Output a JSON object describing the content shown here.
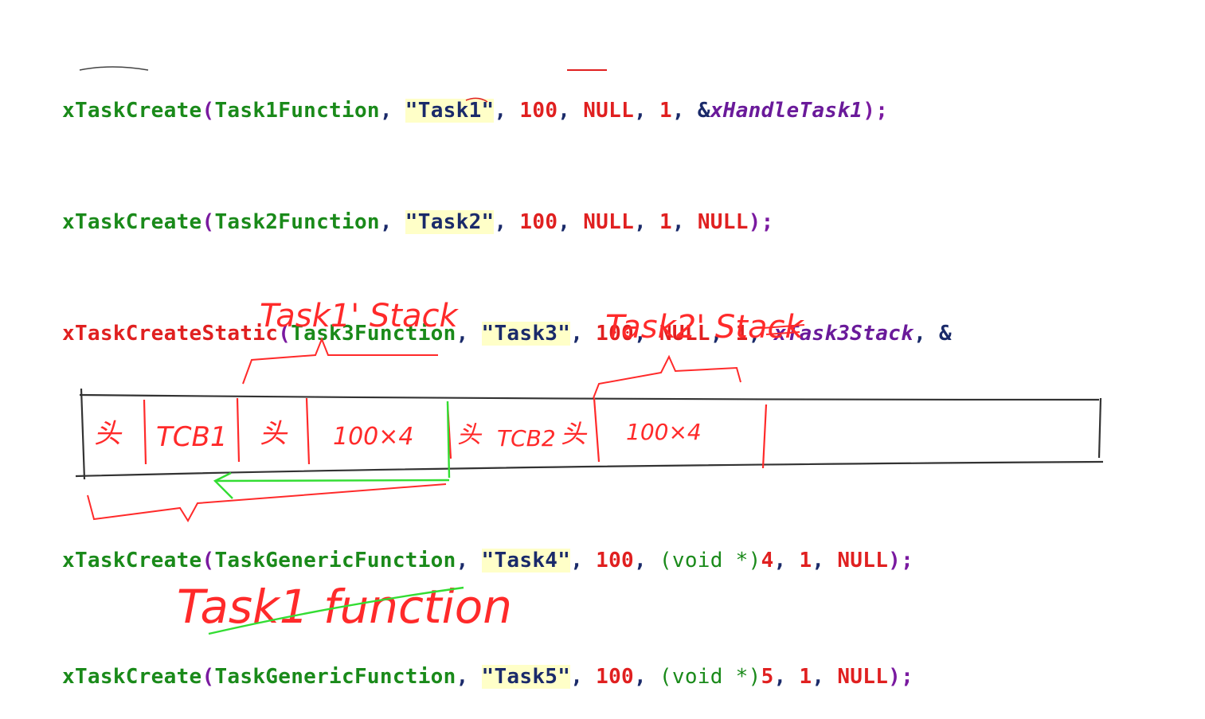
{
  "code": {
    "line1": {
      "fn": "xTaskCreate",
      "arg1": "Task1Function",
      "name": "\"Task1\"",
      "stack": "100",
      "param": "NULL",
      "prio": "1",
      "amp": "&",
      "handle": "xHandleTask1",
      "close": ");"
    },
    "line2": {
      "fn": "xTaskCreate",
      "arg1": "Task2Function",
      "name": "\"Task2\"",
      "stack": "100",
      "param": "NULL",
      "prio": "1",
      "handle": "NULL",
      "close": ");"
    },
    "line3": {
      "fn": "xTaskCreateStatic",
      "arg1": "Task3Function",
      "name": "\"Task3\"",
      "stack": "100",
      "param": "NULL",
      "prio": "1",
      "buffer": "xTask3Stack",
      "tail": "&"
    },
    "line4": {
      "fn": "xTaskCreate",
      "arg1": "TaskGenericFunction",
      "name": "\"Task4\"",
      "stack": "100",
      "cast": "(void *)",
      "param": "4",
      "prio": "1",
      "handle": "NULL",
      "close": ");"
    },
    "line5": {
      "fn": "xTaskCreate",
      "arg1": "TaskGenericFunction",
      "name": "\"Task5\"",
      "stack": "100",
      "cast": "(void *)",
      "param": "5",
      "prio": "1",
      "handle": "NULL",
      "close": ");"
    }
  },
  "annotations": {
    "task1_stack_label": "Task1' Stack",
    "task2_stack_label": "Task2' Stack",
    "cell_star_1": "头",
    "cell_tcb_1": "TCB1",
    "cell_star_2": "头",
    "cell_100x4_1": "100×4",
    "cell_star_3": "头",
    "cell_tcb_2": "TCB2",
    "cell_star_4": "头",
    "cell_100x4_2": "100×4",
    "task1_function_label": "Task1 function"
  },
  "colors": {
    "ink_red": "#ff2a2a",
    "ink_green": "#33dd33",
    "ink_black": "#333333",
    "code_green": "#1a8a1a",
    "code_red": "#e02020",
    "code_purple": "#7a1aa0",
    "string_highlight": "#ffffc8"
  }
}
